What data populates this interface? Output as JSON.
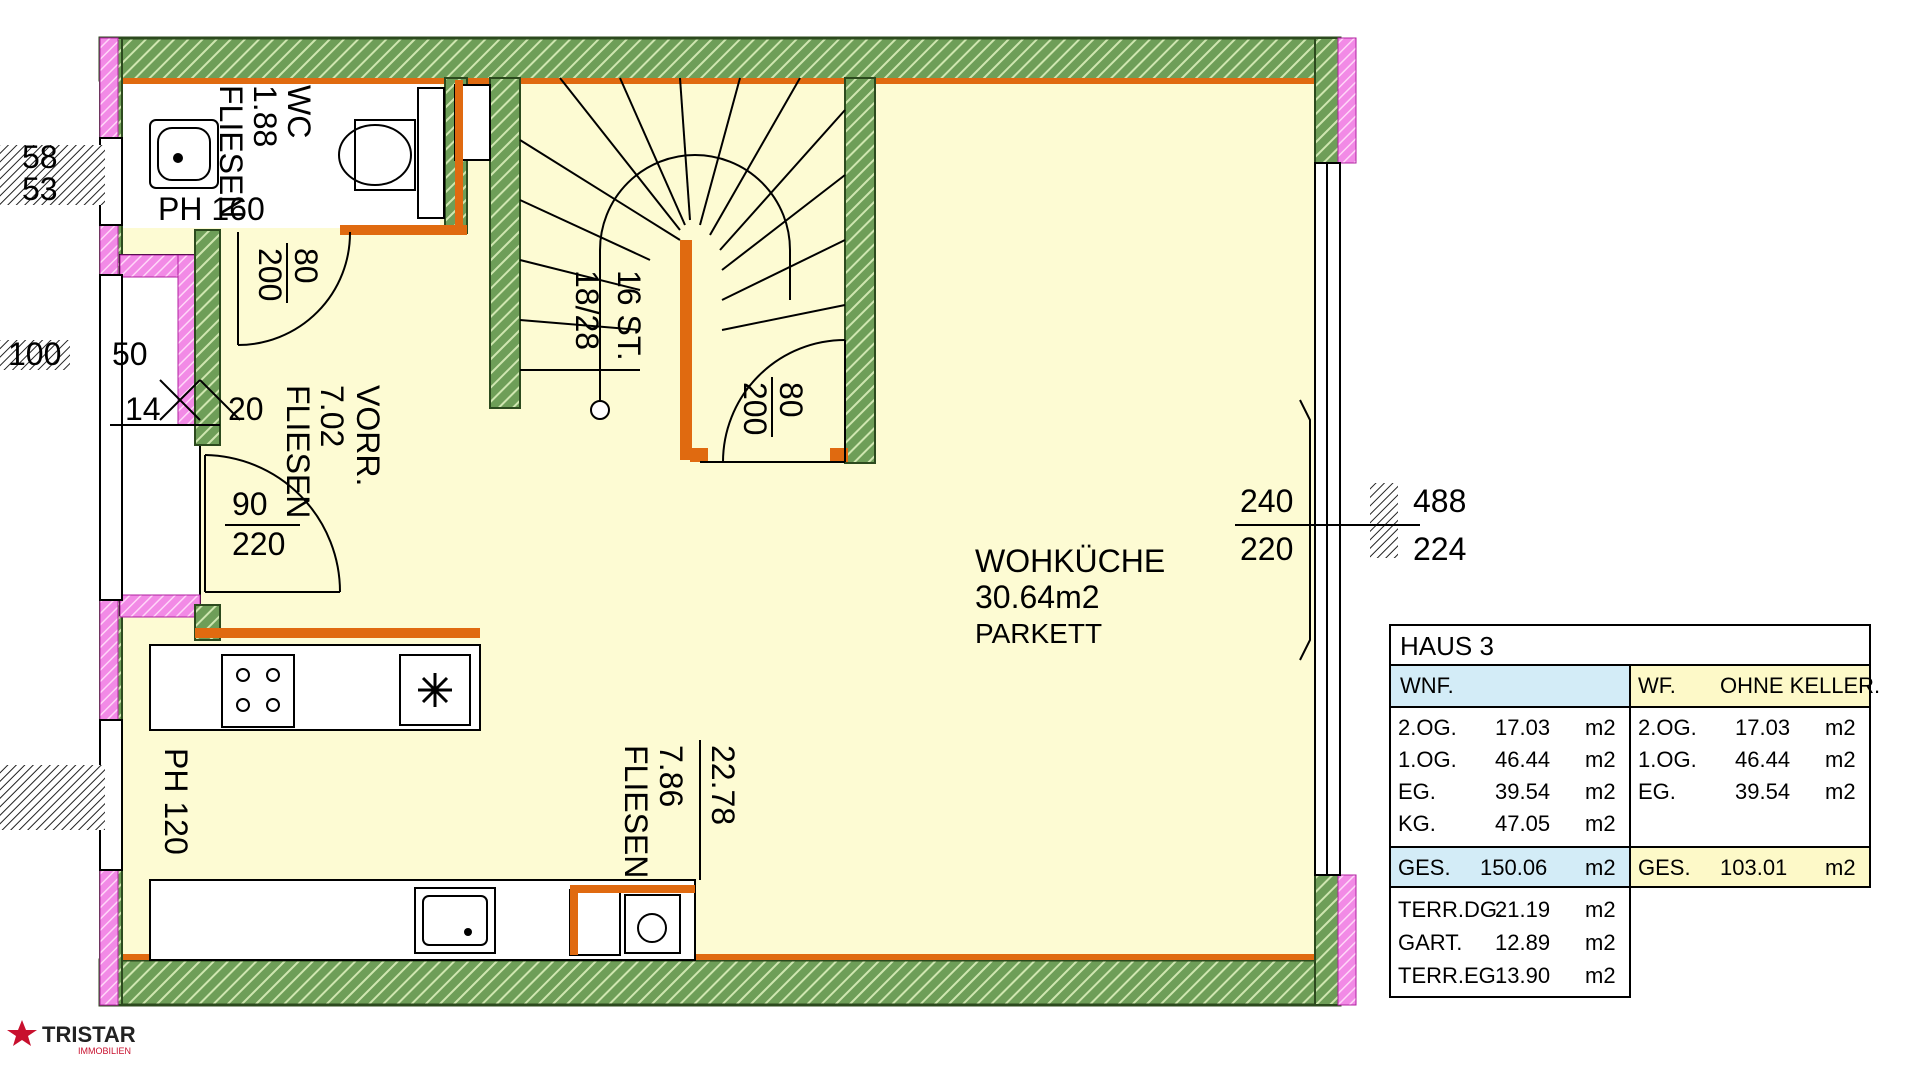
{
  "colors": {
    "floor": "#fdfbd3",
    "wall_fill": "#5f8f4a",
    "wall_hatch": "#c8e0a8",
    "wall_outer": "#ee66dd",
    "accent_orange": "#e06a10",
    "table_blue": "#d3ecf7",
    "table_yellow": "#fdf9c8"
  },
  "rooms": {
    "wc": {
      "name": "WC",
      "area": "1.88",
      "floor": "FLIESEN",
      "ph": "PH 160"
    },
    "vorr": {
      "name": "VORR.",
      "area": "7.02",
      "floor": "FLIESEN"
    },
    "kitchen_strip": {
      "a": "22.78",
      "b": "7.86",
      "floor": "FLIESEN",
      "ph": "PH 120"
    },
    "wohnkueche": {
      "name": "WOHKÜCHE",
      "area": "30.64m2",
      "floor": "PARKETT"
    }
  },
  "stairs": {
    "count": "16 ST.",
    "ratio": "18/28"
  },
  "dims": {
    "door_wc_w": "80",
    "door_wc_h": "200",
    "door_entry_w": "90",
    "door_entry_h": "220",
    "door_stair_w": "80",
    "door_stair_h": "200",
    "window_w": "240",
    "window_h": "220",
    "left_100": "100",
    "left_50": "50",
    "left_14": "14",
    "left_20": "20",
    "left_58": "58",
    "left_53": "53",
    "right_488": "488",
    "right_224": "224"
  },
  "table": {
    "title": "HAUS 3",
    "col1_header": "WNF.",
    "col2_header_a": "WF.",
    "col2_header_b": "OHNE KELLER.",
    "rows_wnf": [
      {
        "floor": "2.OG.",
        "value": "17.03",
        "unit": "m2"
      },
      {
        "floor": "1.OG.",
        "value": "46.44",
        "unit": "m2"
      },
      {
        "floor": "EG.",
        "value": "39.54",
        "unit": "m2"
      },
      {
        "floor": "KG.",
        "value": "47.05",
        "unit": "m2"
      }
    ],
    "rows_wf": [
      {
        "floor": "2.OG.",
        "value": "17.03",
        "unit": "m2"
      },
      {
        "floor": "1.OG.",
        "value": "46.44",
        "unit": "m2"
      },
      {
        "floor": "EG.",
        "value": "39.54",
        "unit": "m2"
      }
    ],
    "total_wnf": {
      "label": "GES.",
      "value": "150.06",
      "unit": "m2"
    },
    "total_wf": {
      "label": "GES.",
      "value": "103.01",
      "unit": "m2"
    },
    "extras": [
      {
        "label": "TERR.DG.",
        "value": "21.19",
        "unit": "m2"
      },
      {
        "label": "GART.",
        "value": "12.89",
        "unit": "m2"
      },
      {
        "label": "TERR.EG.",
        "value": "13.90",
        "unit": "m2"
      }
    ]
  },
  "logo": {
    "brand": "TRISTAR",
    "sub": "IMMOBILIEN"
  }
}
